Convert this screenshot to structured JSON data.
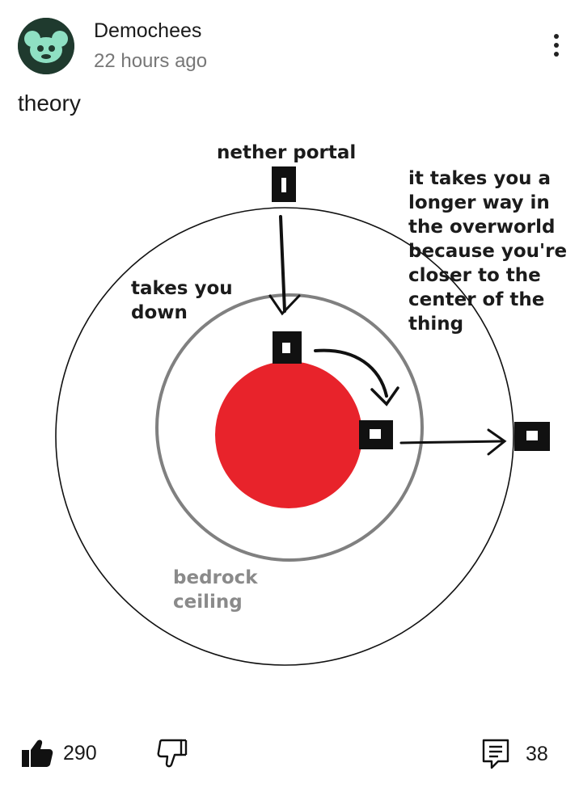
{
  "post": {
    "author": "Demochees",
    "time": "22 hours ago",
    "text": "theory"
  },
  "diagram": {
    "labels": {
      "nether_portal": "nether portal",
      "takes_you_down": "takes you\ndown",
      "explanation": "it takes you a\nlonger way in\nthe overworld\nbecause you're\ncloser to the\ncenter of the\nthing",
      "bedrock_ceiling": "bedrock\nceiling"
    },
    "colors": {
      "core": "#e8232b",
      "inner_ring": "#808080",
      "outer_ring": "#111111",
      "bedrock_label": "#8a8a8a"
    }
  },
  "actions": {
    "likes": "290",
    "comments": "38"
  },
  "icons": {
    "more": "more-vertical-icon",
    "like": "thumbs-up-icon",
    "dislike": "thumbs-down-icon",
    "comment": "comment-icon"
  }
}
